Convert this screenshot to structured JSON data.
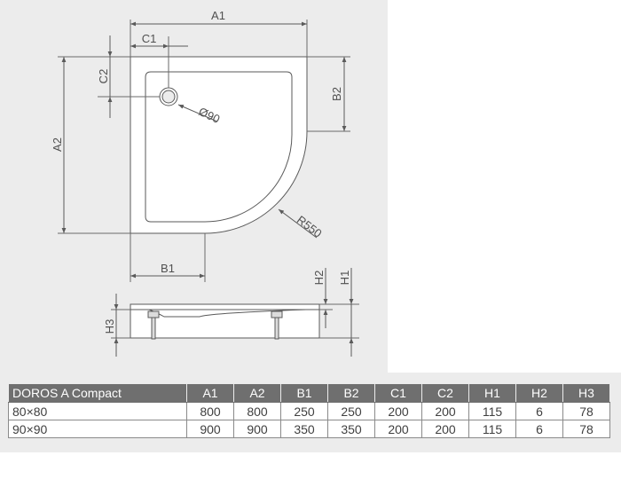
{
  "drawing": {
    "labels": {
      "a1": "A1",
      "a2": "A2",
      "b1": "B1",
      "b2": "B2",
      "c1": "C1",
      "c2": "C2",
      "drain_diameter": "Ø90",
      "radius": "R550",
      "h1": "H1",
      "h2": "H2",
      "h3": "H3"
    },
    "colors": {
      "background": "#ececec",
      "line": "#5a5a5a",
      "tray_fill": "#ffffff"
    }
  },
  "table": {
    "headers": [
      "DOROS A Compact",
      "A1",
      "A2",
      "B1",
      "B2",
      "C1",
      "C2",
      "H1",
      "H2",
      "H3"
    ],
    "rows": [
      [
        "80×80",
        "800",
        "800",
        "250",
        "250",
        "200",
        "200",
        "115",
        "6",
        "78"
      ],
      [
        "90×90",
        "900",
        "900",
        "350",
        "350",
        "200",
        "200",
        "115",
        "6",
        "78"
      ]
    ],
    "colors": {
      "header_bg": "#6f6f6f",
      "header_text": "#ffffff",
      "cell_border": "#8a8a8a"
    }
  }
}
